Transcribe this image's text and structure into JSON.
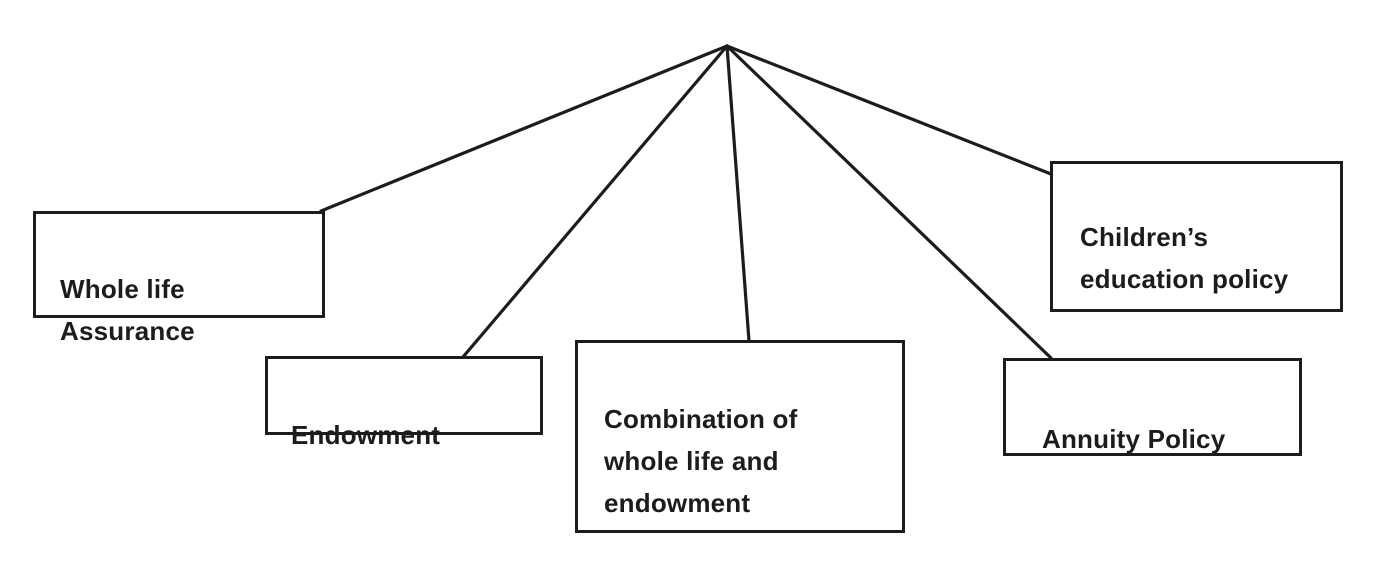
{
  "diagram": {
    "type": "tree",
    "description": "Types of life insurance policies radiating from a single apex point",
    "nodes": [
      {
        "id": "whole-life-assurance",
        "label": "Whole life\nAssurance"
      },
      {
        "id": "endowment",
        "label": "Endowment"
      },
      {
        "id": "combination-whole-life-endowment",
        "label": "Combination of\nwhole life and\nendowment"
      },
      {
        "id": "annuity-policy",
        "label": "Annuity Policy"
      },
      {
        "id": "childrens-education-policy",
        "label": "Children’s\neducation policy"
      }
    ],
    "colors": {
      "line": "#1c1c1c",
      "box_border": "#1c1c1c",
      "box_fill": "#ffffff",
      "text": "#1c1c1c",
      "background": "#ffffff"
    }
  }
}
